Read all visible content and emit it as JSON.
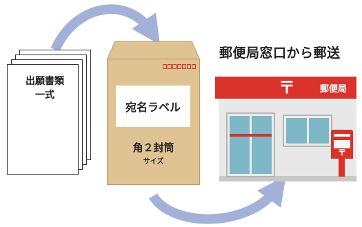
{
  "documents": {
    "line1": "出願書類",
    "line2": "一式"
  },
  "envelope": {
    "label": "宛名ラベル",
    "size": "角２封筒",
    "size_note": "サイズ",
    "color": "#e0c393",
    "postal_box_color": "#d8322b"
  },
  "post_office": {
    "title": "郵便局窓口から郵送",
    "sign_mark": "〒",
    "sign_text": "郵便局",
    "mailbox_mark": "〒",
    "brand_color": "#d8322b"
  },
  "arrows": {
    "color": "#a3b1d8"
  }
}
